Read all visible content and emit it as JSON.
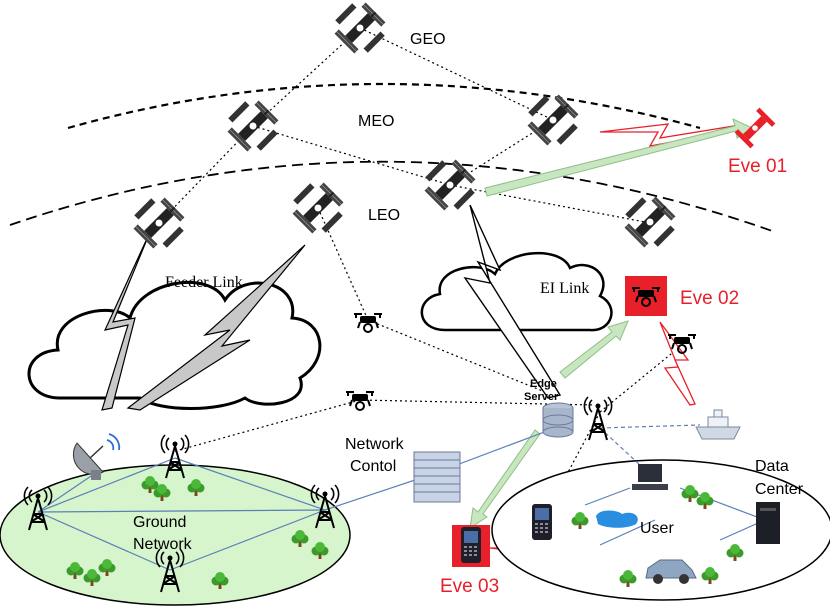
{
  "labels": {
    "geo": "GEO",
    "meo": "MEO",
    "leo": "LEO",
    "feeder_link": "Feeder Link",
    "ei_link": "EI Link",
    "eve01": "Eve 01",
    "eve02": "Eve 02",
    "eve03": "Eve 03",
    "edge": "Edge",
    "server": "Server",
    "network": "Network",
    "contol": "Contol",
    "ground": "Ground",
    "ground_network": "Network",
    "data": "Data",
    "center": "Center",
    "user": "User"
  },
  "colors": {
    "eve_red": "#e8202a",
    "ground_fill": "#d6f5cc",
    "green_arrow": "#c8e6c0",
    "green_arrow_stroke": "#8fbf86",
    "link_blue": "#5b7fb8"
  },
  "icons": {
    "satellite": "satellite-icon",
    "drone": "drone-icon",
    "tower": "cell-tower-icon",
    "dish": "satellite-dish-icon",
    "server": "server-rack-icon",
    "database": "edge-server-icon",
    "phone": "mobile-phone-icon",
    "tree": "tree-icon",
    "ship": "ship-icon",
    "car": "car-icon",
    "computer": "desktop-computer-icon",
    "tower_pc": "tower-pc-icon"
  }
}
